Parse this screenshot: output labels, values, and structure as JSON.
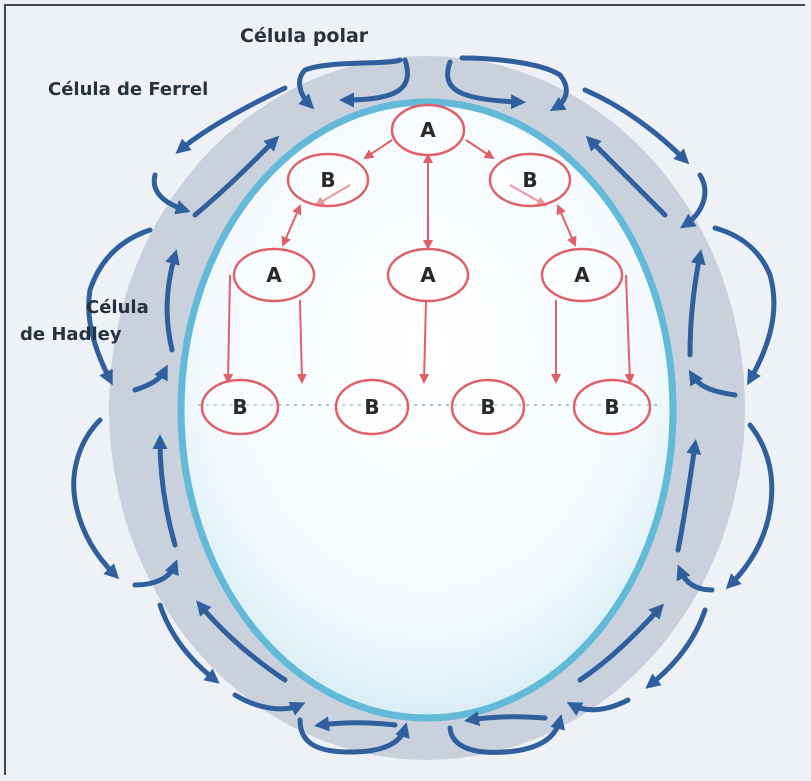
{
  "labels": {
    "polar_cell": "Célula polar",
    "ferrel_cell": "Célula de Ferrel",
    "hadley_cell_line1": "Célula",
    "hadley_cell_line2": "de Hadley"
  },
  "nodes": [
    {
      "id": "top",
      "text": "A"
    },
    {
      "id": "upper-left",
      "text": "B"
    },
    {
      "id": "upper-right",
      "text": "B"
    },
    {
      "id": "mid-left",
      "text": "A"
    },
    {
      "id": "mid-center",
      "text": "A"
    },
    {
      "id": "mid-right",
      "text": "A"
    },
    {
      "id": "low-1",
      "text": "B"
    },
    {
      "id": "low-2",
      "text": "B"
    },
    {
      "id": "low-3",
      "text": "B"
    },
    {
      "id": "low-4",
      "text": "B"
    }
  ],
  "colors": {
    "background": "#eef1f5",
    "globe_outline": "#62b9d8",
    "globe_fill": "#e4f3fa",
    "circulation_arrows": "#2f5f9c",
    "pressure_nodes": "#e0606a",
    "equator_line": "#9fc6d6"
  }
}
